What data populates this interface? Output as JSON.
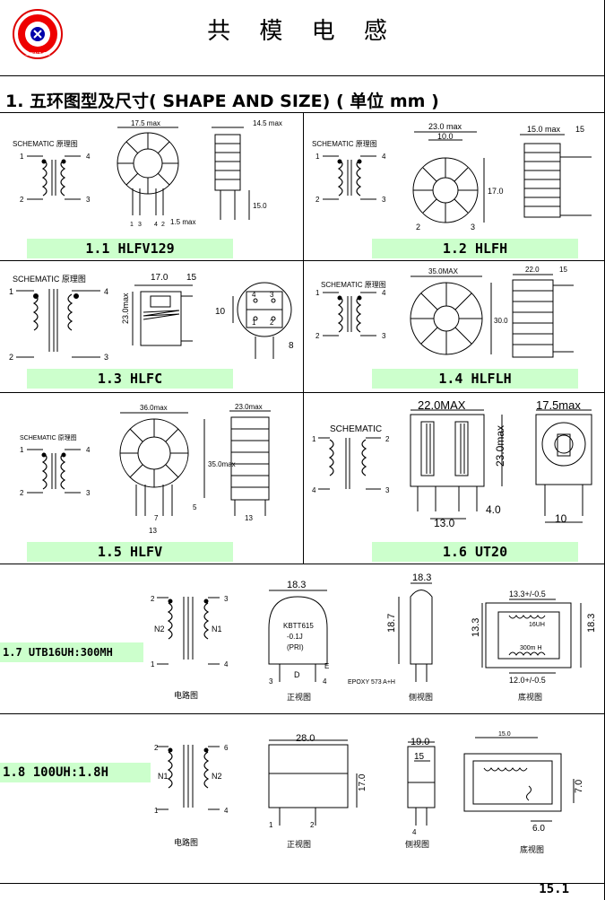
{
  "header": {
    "title": "共 模 电 感",
    "logo_text": "SHENZHEN"
  },
  "section": {
    "title": "1.  五环图型及尺寸( SHAPE AND SIZE)  ( 单位 mm )"
  },
  "schematic_label": "SCHEMATIC 原理图",
  "schematic_label_plain": "SCHEMATIC",
  "cells": [
    {
      "label": "1.1 HLFV129",
      "dims": [
        "17.5 max",
        "14.5 max",
        "15.0",
        "1.5 max"
      ],
      "pins": [
        "1",
        "4",
        "2",
        "3"
      ],
      "bottom_pins": [
        "1",
        "3",
        "4",
        "2"
      ]
    },
    {
      "label": "1.2 HLFH",
      "dims": [
        "23.0 max",
        "10.0",
        "17.0",
        "15.0 max",
        "15"
      ],
      "pins": [
        "1",
        "4",
        "2",
        "3"
      ]
    },
    {
      "label": "1.3 HLFC",
      "dims": [
        "17.0",
        "15",
        "23.0max",
        "10",
        "8"
      ],
      "pins": [
        "1",
        "4",
        "2",
        "3"
      ]
    },
    {
      "label": "1.4 HLFLH",
      "dims": [
        "35.0MAX",
        "30.0",
        "22.0",
        "15"
      ],
      "pins": [
        "1",
        "4",
        "2",
        "3"
      ]
    },
    {
      "label": "1.5 HLFV",
      "dims": [
        "36.0max",
        "35.0max",
        "23.0max",
        "5",
        "7",
        "13",
        "13"
      ],
      "pins": [
        "1",
        "4",
        "2",
        "3"
      ]
    },
    {
      "label": "1.6 UT20",
      "dims": [
        "22.0MAX",
        "23.0max",
        "17.5max",
        "13.0",
        "4.0",
        "10"
      ],
      "pins": [
        "1",
        "2",
        "4",
        "3"
      ]
    }
  ],
  "row7": {
    "label": "1.7 UTB16UH:300MH",
    "dims": [
      "18.3",
      "18.7",
      "18.3",
      "13.3+/-0.5",
      "13.3",
      "18.3",
      "12.0+/-0.5",
      "D",
      "E"
    ],
    "windings": [
      "N2",
      "N1"
    ],
    "pins": [
      "2",
      "3",
      "1",
      "4"
    ],
    "part_text": [
      "KBTT615",
      "-0.1J",
      "(PRI)"
    ],
    "epoxy": "EPOXY 573 A+H",
    "bottom_text": [
      "16UH",
      "300m H"
    ],
    "captions": [
      "电路图",
      "正视图",
      "侧视图",
      "底视图"
    ]
  },
  "row8": {
    "label": "1.8 100UH:1.8H",
    "dims": [
      "28.0",
      "17.0",
      "19.0",
      "15",
      "15.0",
      "7.0",
      "6.0"
    ],
    "windings": [
      "N1",
      "N2"
    ],
    "pins": [
      "2",
      "6",
      "1",
      "4"
    ],
    "captions": [
      "电路图",
      "正视图",
      "侧视图",
      "底视图"
    ]
  },
  "page_number": "15.1"
}
